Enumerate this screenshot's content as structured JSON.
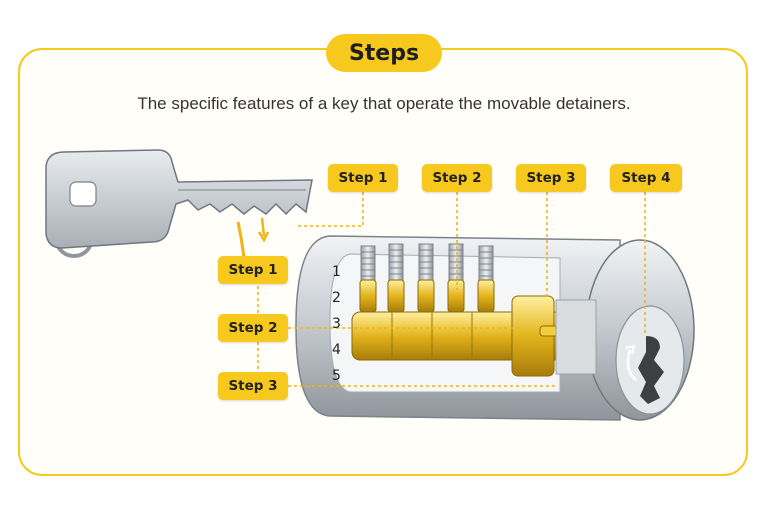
{
  "header": {
    "title": "Steps",
    "subtitle": "The specific features of a key that operate the movable detainers."
  },
  "top_callouts": [
    "Step 1",
    "Step 2",
    "Step 3",
    "Step 4"
  ],
  "left_callouts": [
    "Step 1",
    "Step 2",
    "Step 3"
  ],
  "pin_numbers": [
    "1",
    "2",
    "3",
    "4",
    "5"
  ],
  "colors": {
    "accent": "#f7c81e",
    "brass": "#e0b020",
    "metal": "#c9ced3"
  }
}
